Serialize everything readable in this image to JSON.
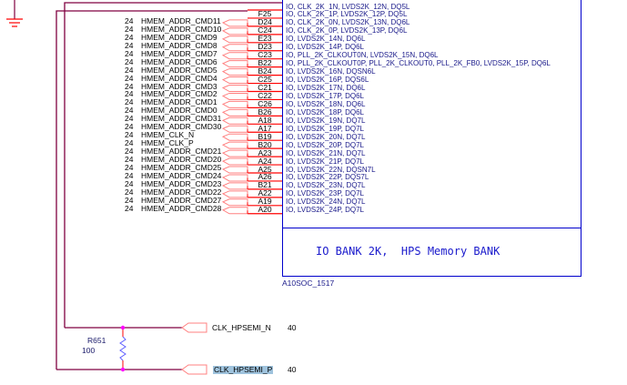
{
  "component": {
    "ref": "A10SOC_1517",
    "bank_title": "IO BANK 2K,  HPS Memory BANK",
    "pins": [
      {
        "pin": "",
        "func": "IO, CLK_2K_1N, LVDS2K_12N, DQ5L"
      },
      {
        "pin": "F25",
        "func": "IO, CLK_2K_1P, LVDS2K_12P, DQ5L"
      },
      {
        "pin": "D24",
        "func": "IO, CLK_2K_0N, LVDS2K_13N, DQ6L"
      },
      {
        "pin": "C24",
        "func": "IO, CLK_2K_0P, LVDS2K_13P, DQ6L"
      },
      {
        "pin": "E23",
        "func": "IO, LVDS2K_14N, DQ6L"
      },
      {
        "pin": "D23",
        "func": "IO, LVDS2K_14P, DQ6L"
      },
      {
        "pin": "C23",
        "func": "IO, PLL_2K_CLKOUT0N, LVDS2K_15N, DQ6L"
      },
      {
        "pin": "B22",
        "func": "IO, PLL_2K_CLKOUT0P, PLL_2K_CLKOUT0, PLL_2K_FB0, LVDS2K_15P, DQ6L"
      },
      {
        "pin": "B24",
        "func": "IO, LVDS2K_16N, DQSN6L"
      },
      {
        "pin": "C25",
        "func": "IO, LVDS2K_16P, DQS6L"
      },
      {
        "pin": "C21",
        "func": "IO, LVDS2K_17N, DQ6L"
      },
      {
        "pin": "C22",
        "func": "IO, LVDS2K_17P, DQ6L"
      },
      {
        "pin": "C26",
        "func": "IO, LVDS2K_18N, DQ6L"
      },
      {
        "pin": "B26",
        "func": "IO, LVDS2K_18P, DQ6L"
      },
      {
        "pin": "A18",
        "func": "IO, LVDS2K_19N, DQ7L"
      },
      {
        "pin": "A17",
        "func": "IO, LVDS2K_19P, DQ7L"
      },
      {
        "pin": "B19",
        "func": "IO, LVDS2K_20N, DQ7L"
      },
      {
        "pin": "B20",
        "func": "IO, LVDS2K_20P, DQ7L"
      },
      {
        "pin": "A23",
        "func": "IO, LVDS2K_21N, DQ7L"
      },
      {
        "pin": "A24",
        "func": "IO, LVDS2K_21P, DQ7L"
      },
      {
        "pin": "A25",
        "func": "IO, LVDS2K_22N, DQSN7L"
      },
      {
        "pin": "A26",
        "func": "IO, LVDS2K_22P, DQS7L"
      },
      {
        "pin": "B21",
        "func": "IO, LVDS2K_23N, DQ7L"
      },
      {
        "pin": "A22",
        "func": "IO, LVDS2K_23P, DQ7L"
      },
      {
        "pin": "A19",
        "func": "IO, LVDS2K_24N, DQ7L"
      },
      {
        "pin": "A20",
        "func": "IO, LVDS2K_24P, DQ7L"
      }
    ]
  },
  "nets": [
    {
      "page": "24",
      "name": "HMEM_ADDR_CMD11"
    },
    {
      "page": "24",
      "name": "HMEM_ADDR_CMD10"
    },
    {
      "page": "24",
      "name": "HMEM_ADDR_CMD9"
    },
    {
      "page": "24",
      "name": "HMEM_ADDR_CMD8"
    },
    {
      "page": "24",
      "name": "HMEM_ADDR_CMD7"
    },
    {
      "page": "24",
      "name": "HMEM_ADDR_CMD6"
    },
    {
      "page": "24",
      "name": "HMEM_ADDR_CMD5"
    },
    {
      "page": "24",
      "name": "HMEM_ADDR_CMD4"
    },
    {
      "page": "24",
      "name": "HMEM_ADDR_CMD3"
    },
    {
      "page": "24",
      "name": "HMEM_ADDR_CMD2"
    },
    {
      "page": "24",
      "name": "HMEM_ADDR_CMD1"
    },
    {
      "page": "24",
      "name": "HMEM_ADDR_CMD0"
    },
    {
      "page": "24",
      "name": "HMEM_ADDR_CMD31"
    },
    {
      "page": "24",
      "name": "HMEM_ADDR_CMD30"
    },
    {
      "page": "24",
      "name": "HMEM_CLK_N"
    },
    {
      "page": "24",
      "name": "HMEM_CLK_P"
    },
    {
      "page": "24",
      "name": "HMEM_ADDR_CMD21"
    },
    {
      "page": "24",
      "name": "HMEM_ADDR_CMD20"
    },
    {
      "page": "24",
      "name": "HMEM_ADDR_CMD25"
    },
    {
      "page": "24",
      "name": "HMEM_ADDR_CMD24"
    },
    {
      "page": "24",
      "name": "HMEM_ADDR_CMD23"
    },
    {
      "page": "24",
      "name": "HMEM_ADDR_CMD22"
    },
    {
      "page": "24",
      "name": "HMEM_ADDR_CMD27"
    },
    {
      "page": "24",
      "name": "HMEM_ADDR_CMD28"
    }
  ],
  "resistor": {
    "ref": "R651",
    "value": "100"
  },
  "clock_ports": [
    {
      "name": "CLK_HPSEMI_N",
      "page": "40",
      "selected": false
    },
    {
      "name": "CLK_HPSEMI_P",
      "page": "40",
      "selected": true
    }
  ],
  "colors": {
    "wire": "#800040",
    "pin": "#ff0000",
    "body": "#0000cc",
    "port": "#ff8080",
    "junction": "#ff00ff",
    "resistor": "#6060ff"
  }
}
